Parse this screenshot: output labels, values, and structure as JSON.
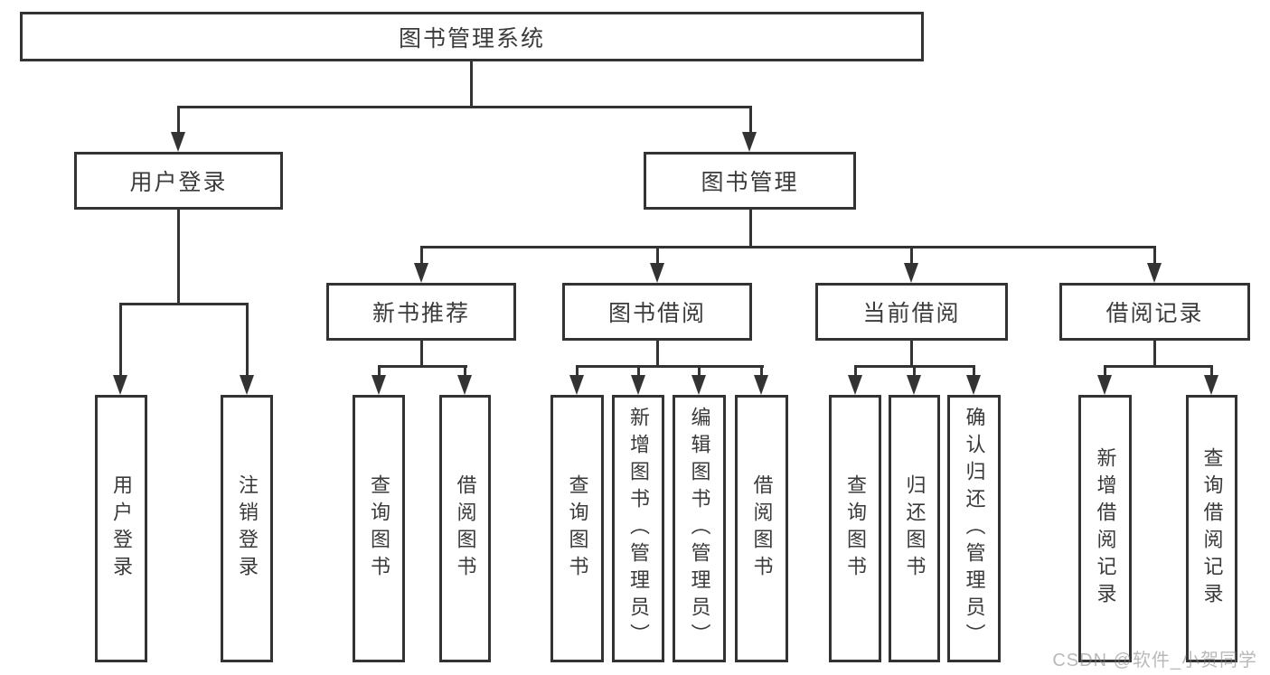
{
  "title": {
    "label": "图书管理系统"
  },
  "level2": {
    "user_login": {
      "label": "用户登录"
    },
    "book_mgmt": {
      "label": "图书管理"
    }
  },
  "level3": {
    "new_books": {
      "label": "新书推荐"
    },
    "book_borrow": {
      "label": "图书借阅"
    },
    "current_borrow": {
      "label": "当前借阅"
    },
    "borrow_records": {
      "label": "借阅记录"
    }
  },
  "leaves": {
    "ul_login": {
      "label": "用户登录"
    },
    "ul_logout": {
      "label": "注销登录"
    },
    "nb_query": {
      "label": "查询图书"
    },
    "nb_borrow": {
      "label": "借阅图书"
    },
    "bb_query": {
      "label": "查询图书"
    },
    "bb_add": {
      "label": "新增图书（管理员）"
    },
    "bb_edit": {
      "label": "编辑图书（管理员）"
    },
    "bb_borrow": {
      "label": "借阅图书"
    },
    "cb_query": {
      "label": "查询图书"
    },
    "cb_return": {
      "label": "归还图书"
    },
    "cb_confirm": {
      "label": "确认归还（管理员）"
    },
    "br_add": {
      "label": "新增借阅记录"
    },
    "br_query": {
      "label": "查询借阅记录"
    }
  },
  "watermark": "CSDN @软件_小贺同学",
  "colors": {
    "line": "#333333",
    "text": "#3b3b3b",
    "watermark_gray": "#b5b5b5",
    "background": "#ffffff"
  }
}
